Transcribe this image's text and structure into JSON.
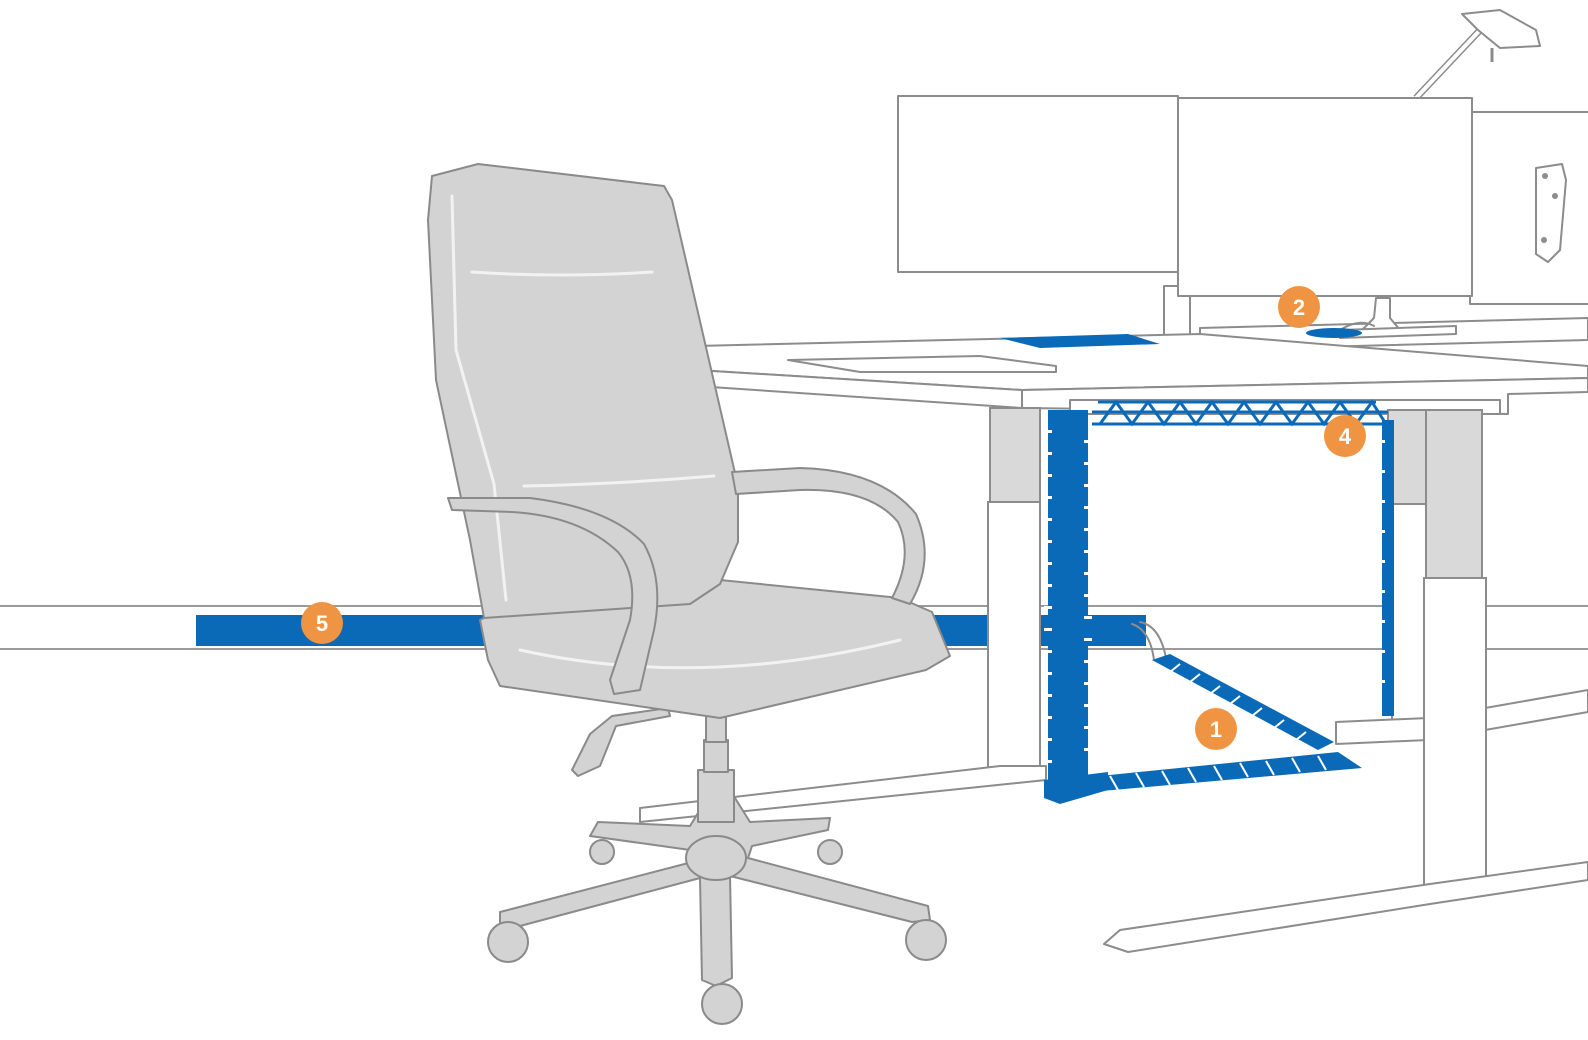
{
  "badges": [
    {
      "id": "badge-1",
      "label": "1"
    },
    {
      "id": "badge-2",
      "label": "2"
    },
    {
      "id": "badge-4",
      "label": "4"
    },
    {
      "id": "badge-5",
      "label": "5"
    }
  ],
  "colors": {
    "accent_blue": "#0a6ab7",
    "badge_orange": "#ef9442",
    "outline_gray": "#8c8c8c",
    "chair_gray": "#d3d3d3"
  },
  "icons": [
    "office-chair-icon",
    "desk-icon",
    "monitor-icon",
    "desk-lamp-icon",
    "cable-spine-icon",
    "cable-tray-icon",
    "floor-cable-channel-icon",
    "cable-grommet-icon",
    "wall-cable-duct-icon"
  ]
}
